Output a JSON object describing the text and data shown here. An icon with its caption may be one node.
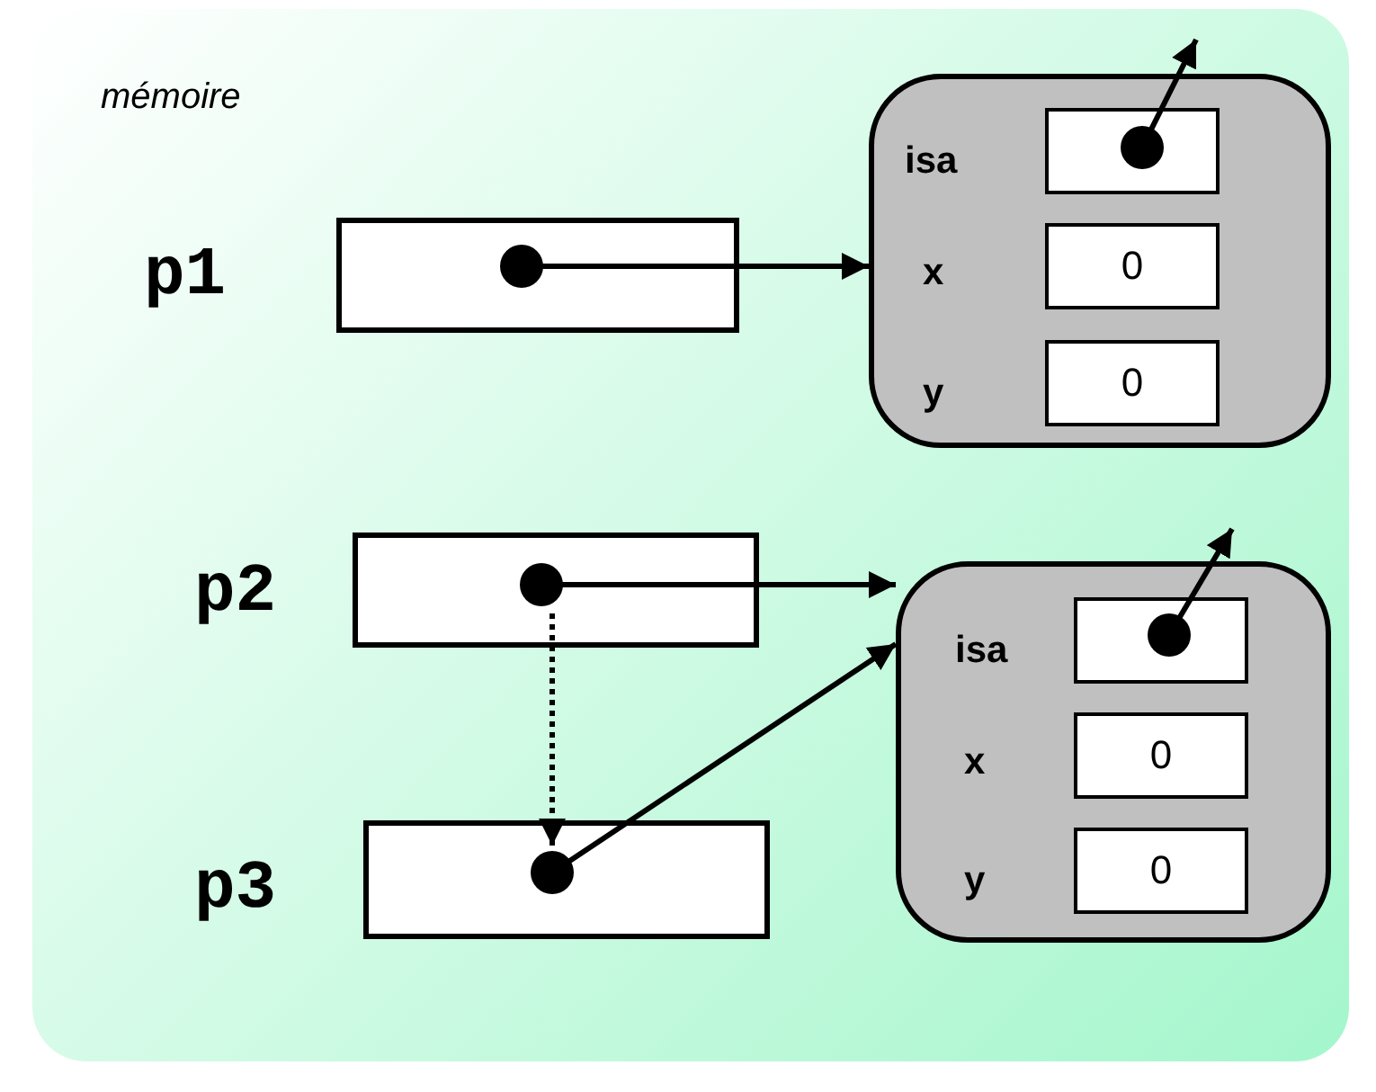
{
  "diagram": {
    "nodes": [
      {
        "text": [
          "mémoire"
        ]
      },
      {
        "text": [
          "p1"
        ],
        "in": 0
      },
      {
        "text": [],
        "shape": "box",
        "in": 0
      },
      {
        "text": [
          "isa"
        ],
        "in": 2
      },
      {
        "text": [
          "x",
          "0"
        ],
        "in": 2
      },
      {
        "text": [
          "y",
          "0"
        ],
        "in": 2
      },
      {
        "text": [
          "p2"
        ],
        "in": 0
      },
      {
        "text": [],
        "shape": "box",
        "in": 0
      },
      {
        "text": [
          "isa"
        ],
        "in": 7
      },
      {
        "text": [
          "x",
          "0"
        ],
        "in": 7
      },
      {
        "text": [
          "y",
          "0"
        ],
        "in": 7
      },
      {
        "text": [
          "p3"
        ],
        "in": 0
      }
    ],
    "edges": [
      {
        "from": 1,
        "to": 2,
        "arrow": "to"
      },
      {
        "from": 3,
        "to": null,
        "arrow": "to"
      },
      {
        "from": 6,
        "to": 7,
        "arrow": "to"
      },
      {
        "from": 6,
        "to": 11,
        "arrow": "to",
        "style": "dashed"
      },
      {
        "from": 11,
        "to": 7,
        "arrow": "to"
      },
      {
        "from": 8,
        "to": null,
        "arrow": "to"
      }
    ]
  }
}
